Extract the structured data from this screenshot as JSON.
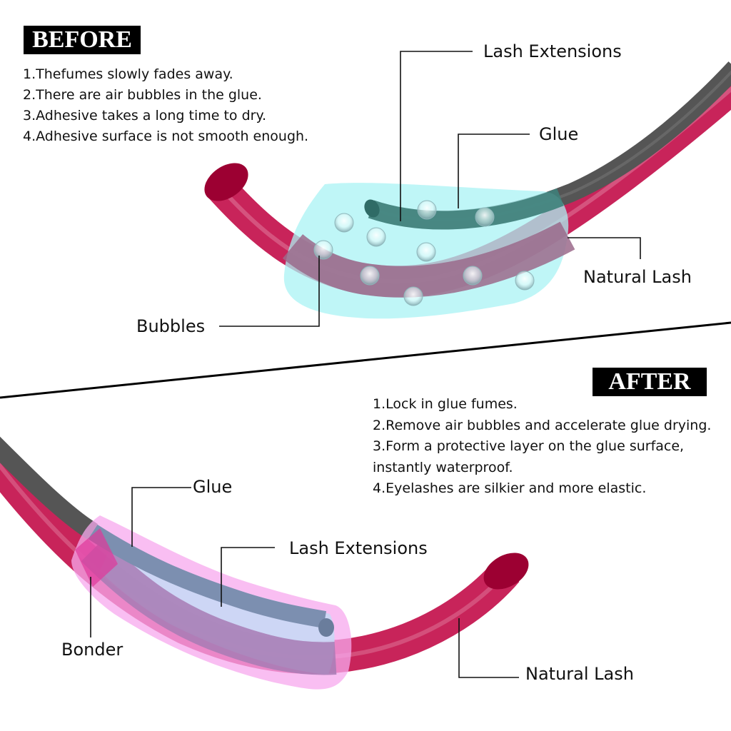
{
  "before": {
    "title": "BEFORE",
    "points": [
      "1.Thefumes slowly fades away.",
      "2.There are air bubbles in the glue.",
      "3.Adhesive takes a long time to dry.",
      "4.Adhesive surface is not smooth enough."
    ],
    "labels": {
      "lash_extensions": "Lash Extensions",
      "glue": "Glue",
      "natural_lash": "Natural Lash",
      "bubbles": "Bubbles"
    }
  },
  "after": {
    "title": "AFTER",
    "points": [
      "1.Lock in glue fumes.",
      "2.Remove air bubbles and accelerate glue drying.",
      "3.Form a protective layer on the glue surface,",
      "instantly waterproof.",
      "4.Eyelashes are silkier and more elastic."
    ],
    "labels": {
      "glue": "Glue",
      "lash_extensions": "Lash Extensions",
      "bonder": "Bonder",
      "natural_lash": "Natural Lash"
    }
  },
  "colors": {
    "natural_lash": "#c8245a",
    "natural_lash_end": "#9c0032",
    "extension": "#555555",
    "glue_before": "#bff7f7",
    "extension_in_glue": "#3f7f7a",
    "bonder": "#f7b4f0",
    "glue_after": "#c8d8f5",
    "extension_in_bonder": "#7c8fb0"
  }
}
